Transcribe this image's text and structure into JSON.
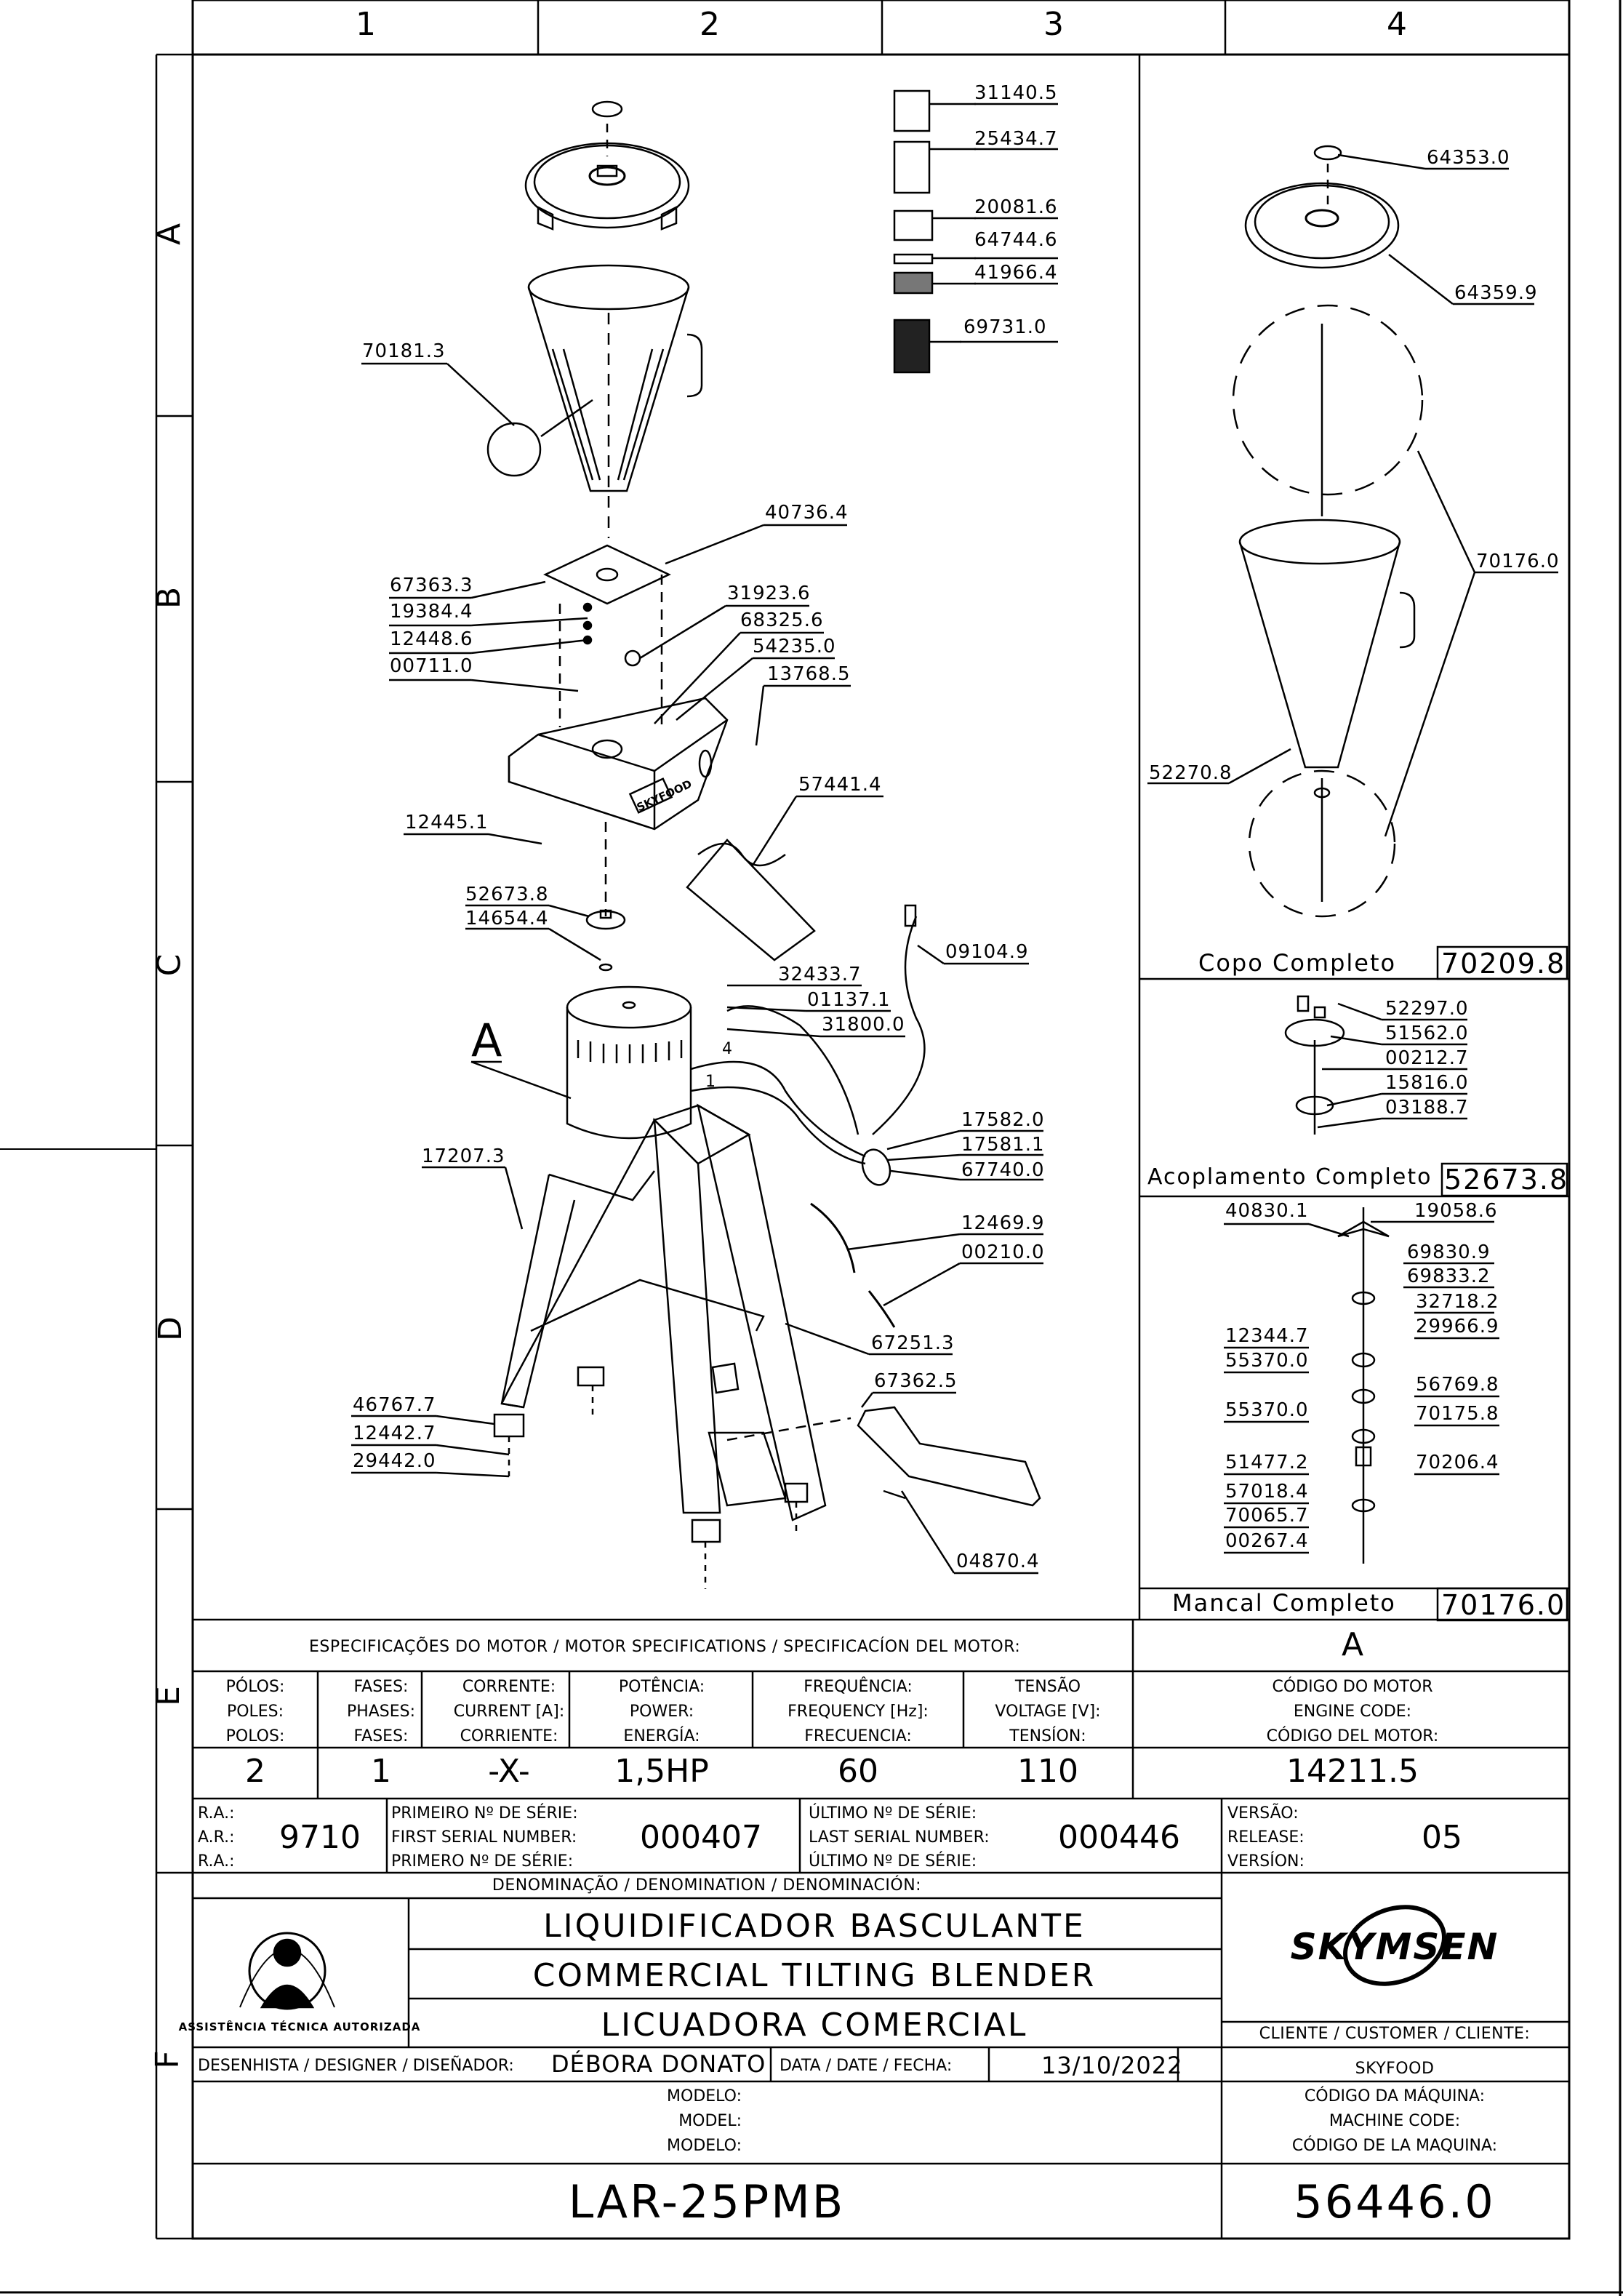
{
  "grid": {
    "columns": [
      "1",
      "2",
      "3",
      "4"
    ],
    "rows": [
      "A",
      "B",
      "C",
      "D",
      "E",
      "F"
    ]
  },
  "labels": {
    "callout_a": "A",
    "wire_4": "4",
    "wire_1": "1",
    "logo_text": "SKYFOOD"
  },
  "part_numbers": {
    "p31140_5": "31140.5",
    "p25434_7": "25434.7",
    "p20081_6": "20081.6",
    "p64744_6": "64744.6",
    "p41966_4": "41966.4",
    "p69731_0": "69731.0",
    "p70181_3": "70181.3",
    "p40736_4": "40736.4",
    "p67363_3": "67363.3",
    "p19384_4": "19384.4",
    "p12448_6": "12448.6",
    "p00711_0": "00711.0",
    "p31923_6": "31923.6",
    "p68325_6": "68325.6",
    "p54235_0": "54235.0",
    "p13768_5": "13768.5",
    "p12445_1": "12445.1",
    "p57441_4": "57441.4",
    "p52673_8": "52673.8",
    "p14654_4": "14654.4",
    "p09104_9": "09104.9",
    "p32433_7": "32433.7",
    "p01137_1": "01137.1",
    "p31800_0": "31800.0",
    "p17582_0": "17582.0",
    "p17581_1": "17581.1",
    "p67740_0": "67740.0",
    "p17207_3": "17207.3",
    "p12469_9": "12469.9",
    "p00210_0": "00210.0",
    "p67251_3": "67251.3",
    "p67362_5": "67362.5",
    "p46767_7": "46767.7",
    "p12442_7": "12442.7",
    "p29442_0": "29442.0",
    "p04870_4": "04870.4",
    "p64353_0": "64353.0",
    "p64359_9": "64359.9",
    "p70176_0": "70176.0",
    "p52270_8": "52270.8",
    "p52297_0": "52297.0",
    "p51562_0": "51562.0",
    "p00212_7": "00212.7",
    "p15816_0": "15816.0",
    "p03188_7": "03188.7",
    "p40830_1": "40830.1",
    "p19058_6": "19058.6",
    "p69830_9": "69830.9",
    "p69833_2": "69833.2",
    "p32718_2": "32718.2",
    "p29966_9": "29966.9",
    "p12344_7": "12344.7",
    "p55370_0a": "55370.0",
    "p56769_8": "56769.8",
    "p55370_0b": "55370.0",
    "p70175_8": "70175.8",
    "p51477_2": "51477.2",
    "p70206_4": "70206.4",
    "p57018_4": "57018.4",
    "p70065_7": "70065.7",
    "p00267_4": "00267.4"
  },
  "assemblies": [
    {
      "name": "Copo Completo",
      "code": "70209.8"
    },
    {
      "name": "Acoplamento Completo",
      "code": "52673.8"
    },
    {
      "name": "Mancal Completo",
      "code": "70176.0"
    }
  ],
  "specs": {
    "header": "ESPECIFICAÇÕES DO MOTOR / MOTOR SPECIFICATIONS / SPECIFICACÍON DEL MOTOR:",
    "header_right": "A",
    "columns": [
      {
        "l1": "PÓLOS:",
        "l2": "POLES:",
        "l3": "POLOS:",
        "value": "2"
      },
      {
        "l1": "FASES:",
        "l2": "PHASES:",
        "l3": "FASES:",
        "value": "1"
      },
      {
        "l1": "CORRENTE:",
        "l2": "CURRENT [A]:",
        "l3": "CORRIENTE:",
        "value": "-X-"
      },
      {
        "l1": "POTÊNCIA:",
        "l2": "POWER:",
        "l3": "ENERGÍA:",
        "value": "1,5HP"
      },
      {
        "l1": "FREQUÊNCIA:",
        "l2": "FREQUENCY [Hz]:",
        "l3": "FRECUENCIA:",
        "value": "60"
      },
      {
        "l1": "TENSÃO",
        "l2": "VOLTAGE [V]:",
        "l3": "TENSÍON:",
        "value": "110"
      },
      {
        "l1": "CÓDIGO DO MOTOR",
        "l2": "ENGINE CODE:",
        "l3": "CÓDIGO DEL MOTOR:",
        "value": "14211.5"
      }
    ]
  },
  "serials": {
    "ra_l1": "R.A.:",
    "ra_l2": "A.R.:",
    "ra_l3": "R.A.:",
    "ra_value": "9710",
    "first_l1": "PRIMEIRO Nº DE SÉRIE:",
    "first_l2": "FIRST SERIAL NUMBER:",
    "first_l3": "PRIMERO Nº DE SÉRIE:",
    "first_value": "000407",
    "last_l1": "ÚLTIMO Nº DE SÉRIE:",
    "last_l2": "LAST SERIAL NUMBER:",
    "last_l3": "ÚLTIMO Nº DE SÉRIE:",
    "last_value": "000446",
    "ver_l1": "VERSÃO:",
    "ver_l2": "RELEASE:",
    "ver_l3": "VERSÍON:",
    "ver_value": "05"
  },
  "title_block": {
    "denomination_header": "DENOMINAÇÃO / DENOMINATION / DENOMINACIÓN:",
    "title_pt": "LIQUIDIFICADOR BASCULANTE",
    "title_en": "COMMERCIAL TILTING BLENDER",
    "title_es": "LICUADORA COMERCIAL",
    "seal_text": "ASSISTÊNCIA TÉCNICA AUTORIZADA",
    "brand": "SKYMSEN",
    "designer_label": "DESENHISTA / DESIGNER / DISEÑADOR:",
    "designer": "DÉBORA DONATO",
    "date_label": "DATA / DATE / FECHA:",
    "date": "13/10/2022",
    "customer_label": "CLIENTE / CUSTOMER / CLIENTE:",
    "customer": "SKYFOOD",
    "model_l1": "MODELO:",
    "model_l2": "MODEL:",
    "model_l3": "MODELO:",
    "model": "LAR-25PMB",
    "machine_l1": "CÓDIGO DA MÁQUINA:",
    "machine_l2": "MACHINE CODE:",
    "machine_l3": "CÓDIGO DE LA MAQUINA:",
    "machine_code": "56446.0"
  }
}
